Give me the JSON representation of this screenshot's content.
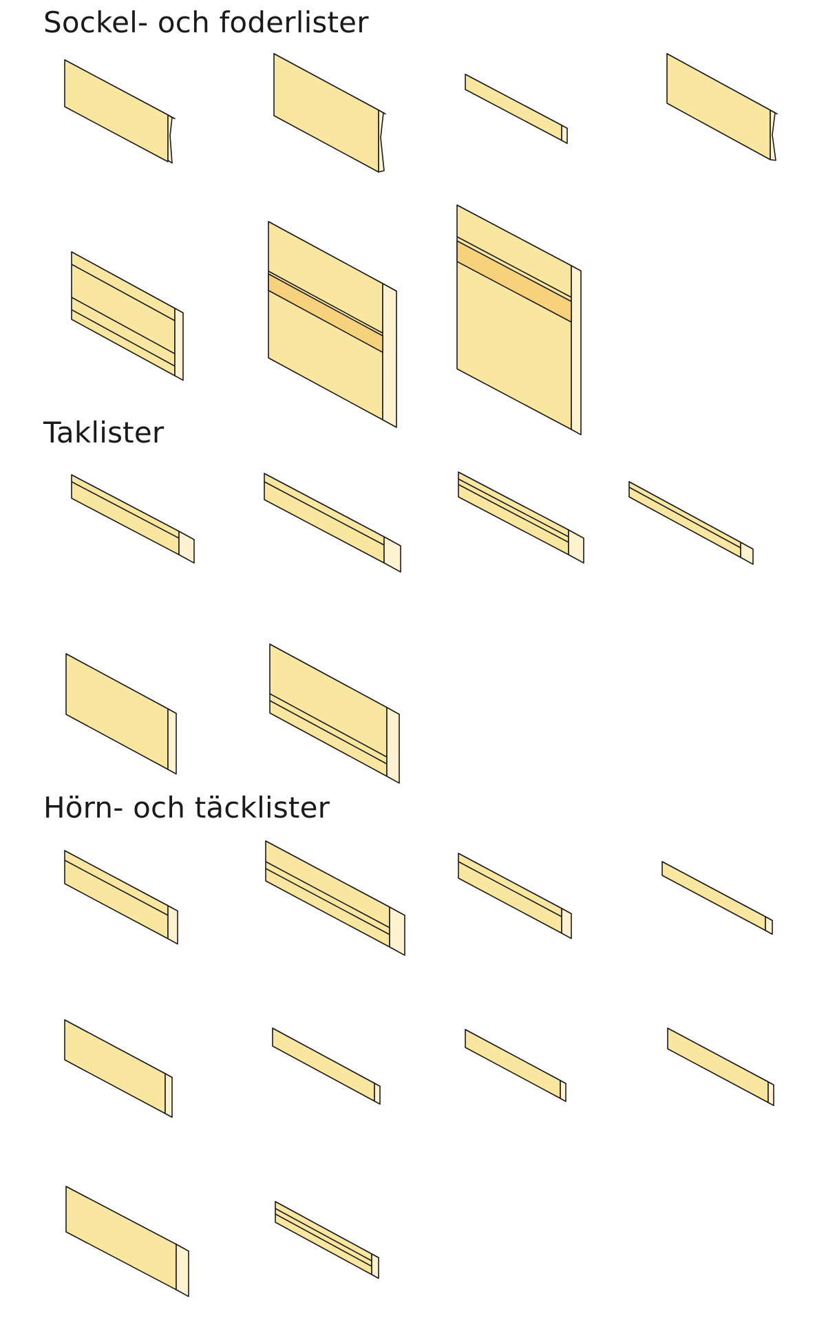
{
  "sections": [
    {
      "title": "Sockel- och foderlister",
      "item_count": 7
    },
    {
      "title": "Taklister",
      "item_count": 6
    },
    {
      "title": "Hörn- och täcklister",
      "item_count": 10
    }
  ],
  "colors": {
    "front_face": "#f9e6a0",
    "top_face": "#fcefb8",
    "end_face": "#fff2d0",
    "groove": "#f6d27c",
    "outline": "#1a1a1a"
  }
}
